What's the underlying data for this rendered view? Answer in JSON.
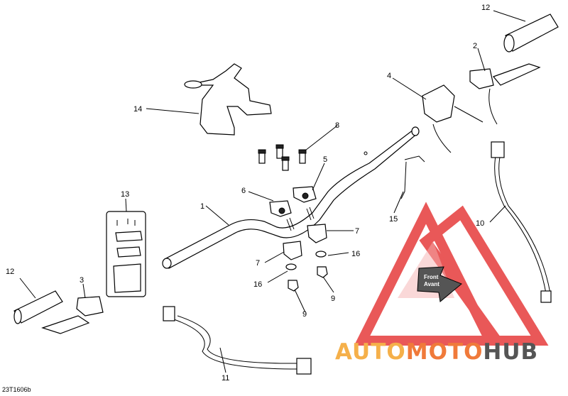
{
  "callouts": {
    "c1": "1",
    "c2": "2",
    "c3": "3",
    "c4": "4",
    "c5": "5",
    "c6": "6",
    "c7a": "7",
    "c7b": "7",
    "c8": "8",
    "c9a": "9",
    "c9b": "9",
    "c10": "10",
    "c11": "11",
    "c12a": "12",
    "c12b": "12",
    "c13": "13",
    "c14": "14",
    "c15": "15",
    "c16a": "16",
    "c16b": "16"
  },
  "front_label": {
    "line1": "Front",
    "line2": "Avant"
  },
  "reference_code": "23T1606b",
  "watermark": {
    "part1": "AUTO",
    "part2": "MOTO",
    "part3": "HUB",
    "color1": "#f5b04a",
    "color2": "#f07a3a",
    "color3": "#555555"
  },
  "colors": {
    "logo_red": "#e63b3b",
    "line": "#000000"
  }
}
